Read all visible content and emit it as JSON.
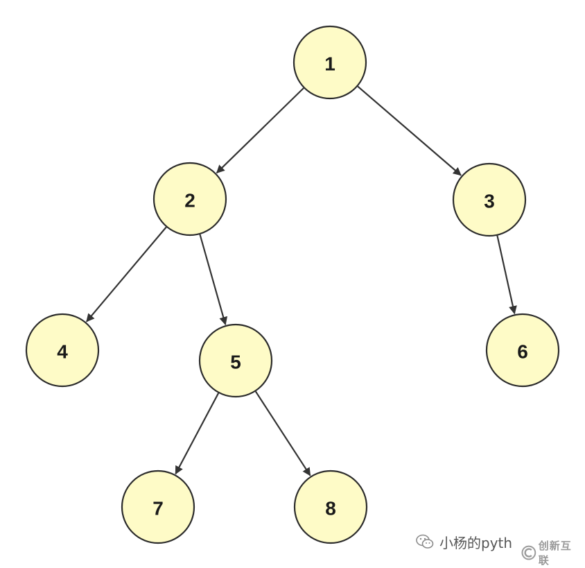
{
  "diagram": {
    "type": "binary-tree",
    "nodes": [
      {
        "id": "1",
        "label": "1"
      },
      {
        "id": "2",
        "label": "2"
      },
      {
        "id": "3",
        "label": "3"
      },
      {
        "id": "4",
        "label": "4"
      },
      {
        "id": "5",
        "label": "5"
      },
      {
        "id": "6",
        "label": "6"
      },
      {
        "id": "7",
        "label": "7"
      },
      {
        "id": "8",
        "label": "8"
      }
    ],
    "edges": [
      {
        "from": "1",
        "to": "2"
      },
      {
        "from": "1",
        "to": "3"
      },
      {
        "from": "2",
        "to": "4"
      },
      {
        "from": "2",
        "to": "5"
      },
      {
        "from": "3",
        "to": "6"
      },
      {
        "from": "5",
        "to": "7"
      },
      {
        "from": "5",
        "to": "8"
      }
    ],
    "node_fill": "#fefbc7",
    "node_stroke": "#2b2b2b",
    "edge_color": "#333333"
  },
  "watermark": {
    "text": "小杨的pyth",
    "icon": "wechat-icon"
  },
  "brand": {
    "text": "创新互联",
    "logo": "brand-logo-icon"
  }
}
